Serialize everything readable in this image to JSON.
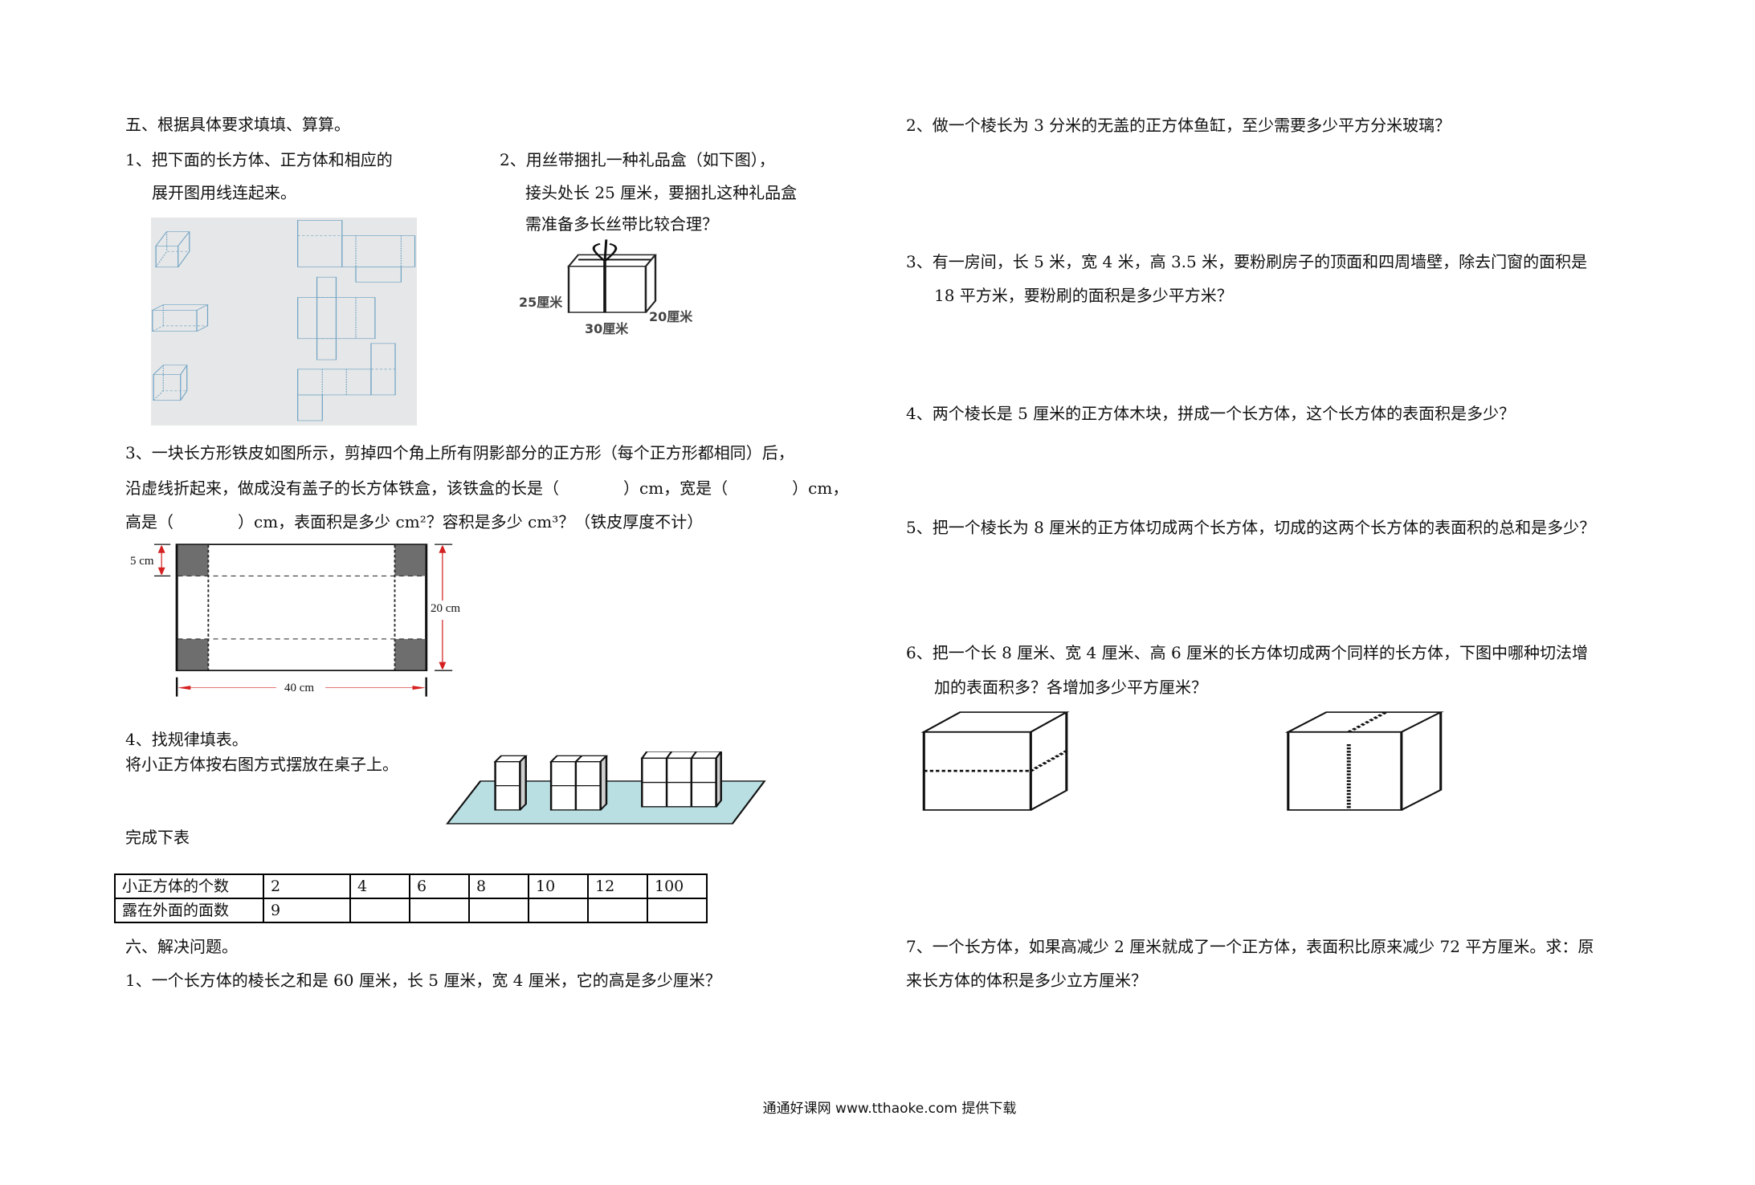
{
  "left": {
    "section5_title": "五、根据具体要求填填、算算。",
    "q1": {
      "line1": "1、把下面的长方体、正方体和相应的",
      "line2": "展开图用线连起来。"
    },
    "q2": {
      "line1": "2、用丝带捆扎一种礼品盒（如下图），",
      "line2": "接头处长 25 厘米，要捆扎这种礼品盒",
      "line3": "需准备多长丝带比较合理？",
      "labels": {
        "height": "25厘米",
        "length": "30厘米",
        "width": "20厘米"
      }
    },
    "q3": {
      "line1": "3、一块长方形铁皮如图所示，剪掉四个角上所有阴影部分的正方形（每个正方形都相同）后，",
      "line2a": "沿虚线折起来，做成没有盖子的长方体铁盒，该铁盒的长是（",
      "line2b": "）cm，宽是（",
      "line2c": "）cm，",
      "line3a": "高是（",
      "line3b": "）cm，表面积是多少 cm²？容积是多少 cm³？（铁皮厚度不计）",
      "labels": {
        "corner": "5 cm",
        "height": "20 cm",
        "length": "40 cm"
      }
    },
    "q4": {
      "line1": "4、找规律填表。",
      "line2": "将小正方体按右图方式摆放在桌子上。",
      "complete": "完成下表",
      "table": {
        "row1_header": "小正方体的个数",
        "row1": [
          "2",
          "4",
          "6",
          "8",
          "10",
          "12",
          "100"
        ],
        "row2_header": "露在外面的面数",
        "row2": [
          "9",
          "",
          "",
          "",
          "",
          "",
          ""
        ]
      }
    },
    "section6_title": "六、解决问题。",
    "s6q1": "1、一个长方体的棱长之和是 60 厘米，长 5 厘米，宽 4 厘米，它的高是多少厘米？"
  },
  "right": {
    "q2": "2、做一个棱长为 3 分米的无盖的正方体鱼缸，至少需要多少平方分米玻璃？",
    "q3": {
      "line1": "3、有一房间，长 5 米，宽 4 米，高 3.5 米，要粉刷房子的顶面和四周墙壁，除去门窗的面积是",
      "line2": "18 平方米，要粉刷的面积是多少平方米？"
    },
    "q4": "4、两个棱长是 5 厘米的正方体木块，拼成一个长方体，这个长方体的表面积是多少？",
    "q5": "5、把一个棱长为 8 厘米的正方体切成两个长方体，切成的这两个长方体的表面积的总和是多少？",
    "q6": {
      "line1": "6、把一个长 8 厘米、宽 4 厘米、高 6 厘米的长方体切成两个同样的长方体，下图中哪种切法增",
      "line2": "加的表面积多？各增加多少平方厘米？"
    },
    "q7": {
      "line1": "7、一个长方体，如果高减少 2 厘米就成了一个正方体，表面积比原来减少 72 平方厘米。求：原",
      "line2": "来长方体的体积是多少立方厘米？"
    }
  },
  "footer": "通通好课网  www.tthaoke.com  提供下载",
  "colors": {
    "net_bg": "#e6e7e8",
    "net_line": "#6fa3c4",
    "table_plate": "#b9dfe2",
    "arrow_red": "#d42020",
    "shade": "#6e6e6e"
  }
}
